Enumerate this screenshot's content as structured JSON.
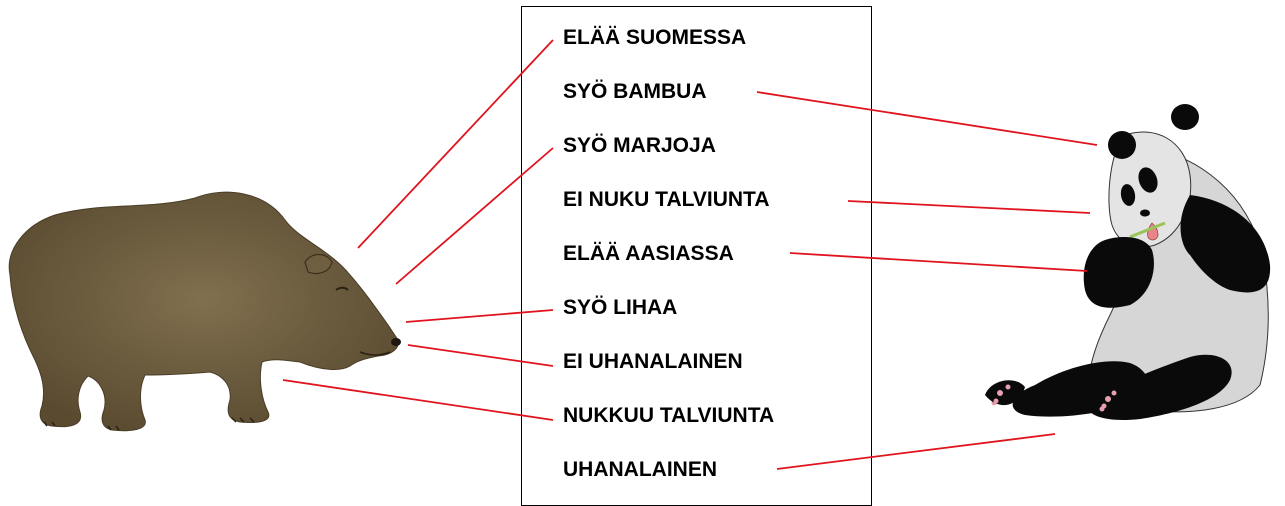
{
  "labels": [
    {
      "id": "elaa-suomessa",
      "text": "ELÄÄ SUOMESSA"
    },
    {
      "id": "syo-bambua",
      "text": "SYÖ BAMBUA"
    },
    {
      "id": "syo-marjoja",
      "text": "SYÖ MARJOJA"
    },
    {
      "id": "ei-nuku-talviunta",
      "text": "EI NUKU TALVIUNTA"
    },
    {
      "id": "elaa-aasiassa",
      "text": "ELÄÄ AASIASSA"
    },
    {
      "id": "syo-lihaa",
      "text": "SYÖ LIHAA"
    },
    {
      "id": "ei-uhanalainen",
      "text": "EI UHANALAINEN"
    },
    {
      "id": "nukkuu-talviunta",
      "text": "NUKKUU TALVIUNTA"
    },
    {
      "id": "uhanalainen",
      "text": "UHANALAINEN"
    }
  ],
  "animals": [
    {
      "id": "bear",
      "icon": "brown-bear-icon"
    },
    {
      "id": "panda",
      "icon": "giant-panda-icon"
    }
  ],
  "connections": {
    "bear": [
      "elaa-suomessa",
      "syo-marjoja",
      "syo-lihaa",
      "ei-uhanalainen",
      "nukkuu-talviunta"
    ],
    "panda": [
      "syo-bambua",
      "ei-nuku-talviunta",
      "elaa-aasiassa",
      "uhanalainen"
    ]
  },
  "colors": {
    "connector": "#e0141e",
    "bear_fur": "#6b5a3c",
    "panda_black": "#0a0a0a",
    "panda_white": "#d9d9d9"
  }
}
